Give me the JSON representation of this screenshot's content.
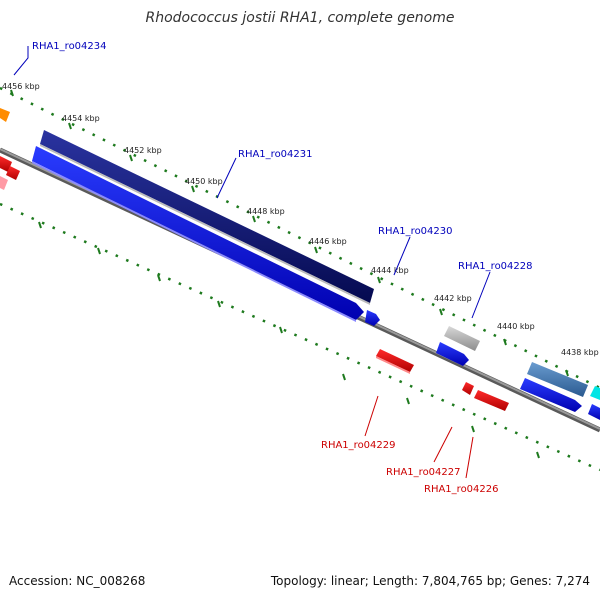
{
  "title": "Rhodococcus jostii RHA1, complete genome",
  "footer": {
    "accession": "Accession: NC_008268",
    "stats": "Topology: linear; Length: 7,804,765 bp; Genes: 7,274"
  },
  "colors": {
    "backbone": "#808080",
    "ticks": "#1e7a1e",
    "forward_gene": "#0000ee",
    "reverse_gene": "#ee0000",
    "forward_label": "#0000bb",
    "reverse_label": "#cc0000",
    "cds_dark": "#0b1270",
    "cds_gray": "#a8a8a8",
    "cds_steel": "#3e72a8",
    "cds_cyan": "#00e5e5",
    "orange": "#ff8c00",
    "pink": "#ff9aa5"
  },
  "kbp_labels": [
    "4456 kbp",
    "4454 kbp",
    "4452 kbp",
    "4450 kbp",
    "4448 kbp",
    "4446 kbp",
    "4444 kbp",
    "4442 kbp",
    "4440 kbp",
    "4438 kbp"
  ],
  "forward_gene_labels": [
    "RHA1_ro04234",
    "RHA1_ro04231",
    "RHA1_ro04230",
    "RHA1_ro04228"
  ],
  "reverse_gene_labels": [
    "RHA1_ro04229",
    "RHA1_ro04227",
    "RHA1_ro04226"
  ]
}
